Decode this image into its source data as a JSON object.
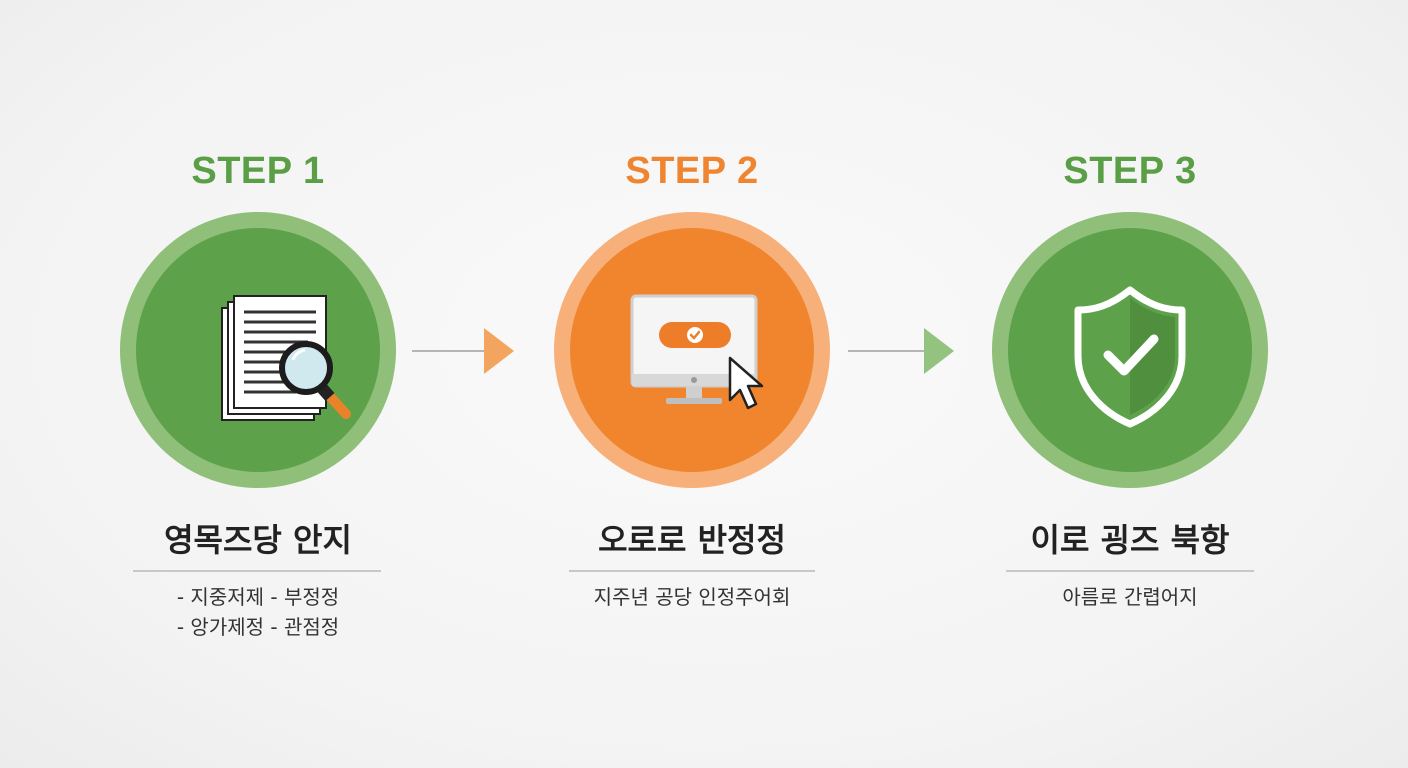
{
  "colors": {
    "green": "#5da24a",
    "green_ring": "#8fbf78",
    "orange": "#f0852e",
    "orange_ring": "#f7b07a",
    "arrow_orange": "#f3a55f",
    "arrow_green": "#93c37f"
  },
  "steps": [
    {
      "label": "STEP 1",
      "icon": "document-search-icon",
      "title": "영목즈당 안지",
      "desc_lines": [
        "- 지중저제 - 부정정",
        "- 앙가제정 - 관점정"
      ]
    },
    {
      "label": "STEP 2",
      "icon": "monitor-click-icon",
      "title": "오로로 반정정",
      "desc_lines": [
        "지주년 공당 인정주어회"
      ]
    },
    {
      "label": "STEP 3",
      "icon": "shield-check-icon",
      "title": "이로 굉즈 북항",
      "desc_lines": [
        "아름로 간렵어지"
      ]
    }
  ]
}
